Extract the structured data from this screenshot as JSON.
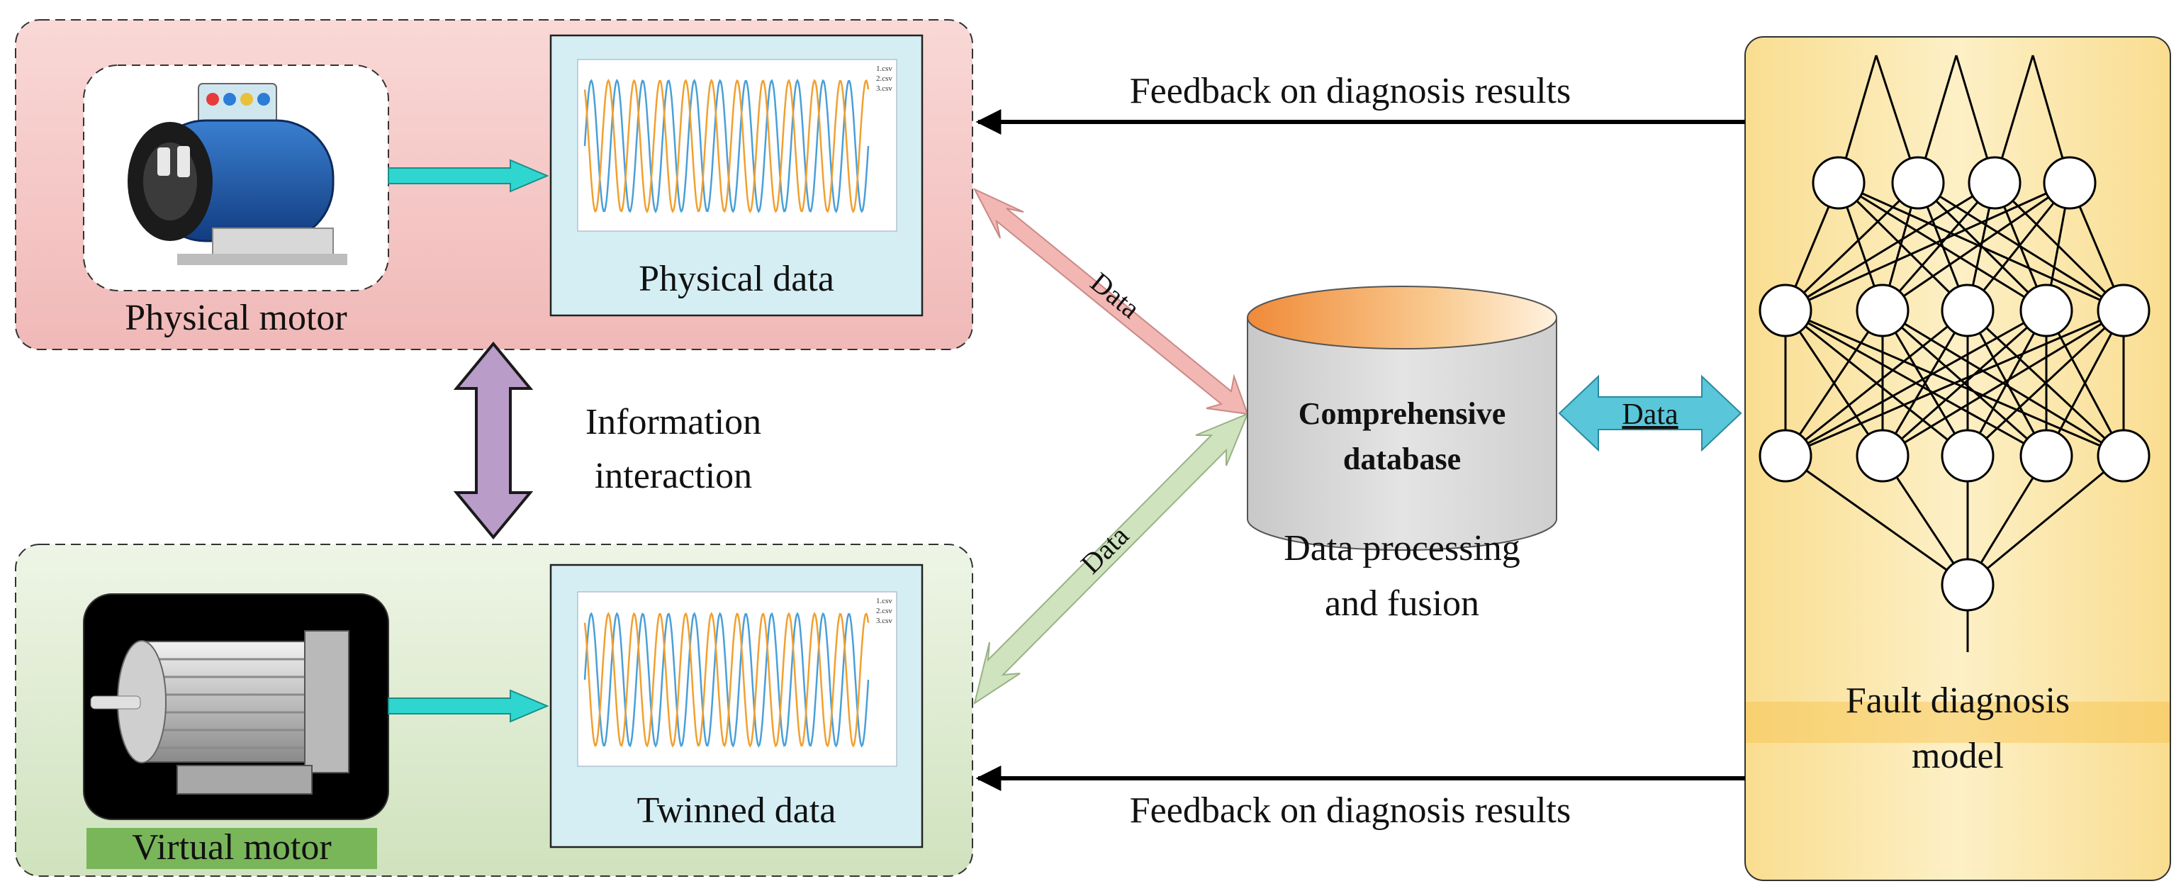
{
  "physical": {
    "title": "Physical motor",
    "data_label": "Physical data",
    "legend": [
      "1.csv",
      "2.csv",
      "3.csv"
    ]
  },
  "virtual": {
    "title": "Virtual motor",
    "data_label": "Twinned data",
    "legend": [
      "1.csv",
      "2.csv",
      "3.csv"
    ]
  },
  "interaction": {
    "line1": "Information",
    "line2": "interaction"
  },
  "database": {
    "title_line1": "Comprehensive",
    "title_line2": "database",
    "caption_line1": "Data processing",
    "caption_line2": "and fusion"
  },
  "model": {
    "title_line1": "Fault diagnosis",
    "title_line2": "model",
    "layers": [
      4,
      5,
      5,
      1
    ]
  },
  "arrows": {
    "data_upper": "Data",
    "data_lower": "Data",
    "data_model": "Data",
    "feedback_top": "Feedback on diagnosis results",
    "feedback_bottom": "Feedback on diagnosis results"
  },
  "colors": {
    "physical_panel": "#f3c3c3",
    "virtual_panel": "#d9e8cc",
    "model_panel": "#fbe6a8",
    "data_screen": "#d4eef4",
    "link_arrow": "#2fd6cf",
    "interaction_arrow": "#b99cc8",
    "data_arrow_upper": "#f2b6b3",
    "data_arrow_lower": "#cfe3bf",
    "data_arrow_model": "#59c6d9",
    "wave_blue": "#4a9fd8",
    "wave_orange": "#f0a030"
  }
}
